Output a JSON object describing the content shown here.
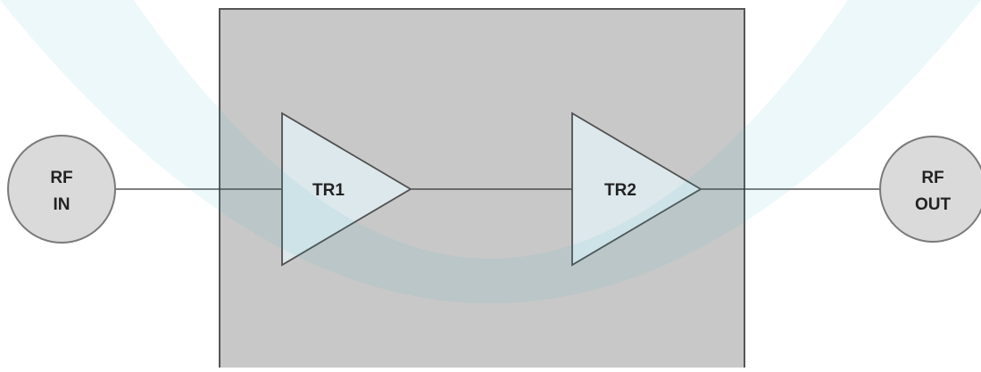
{
  "diagram": {
    "input_port": {
      "line1": "RF",
      "line2": "IN"
    },
    "output_port": {
      "line1": "RF",
      "line2": "OUT"
    },
    "amplifiers": [
      {
        "label": "TR1"
      },
      {
        "label": "TR2"
      }
    ]
  },
  "colors": {
    "module_fill": "#c8c8c8",
    "module_stroke": "#555555",
    "amplifier_fill": "#dde8ec",
    "amplifier_stroke": "#505050",
    "port_fill": "#dadada",
    "port_stroke": "#7a7a7a",
    "wire": "#333333",
    "watermark": "#2ab0c0"
  }
}
